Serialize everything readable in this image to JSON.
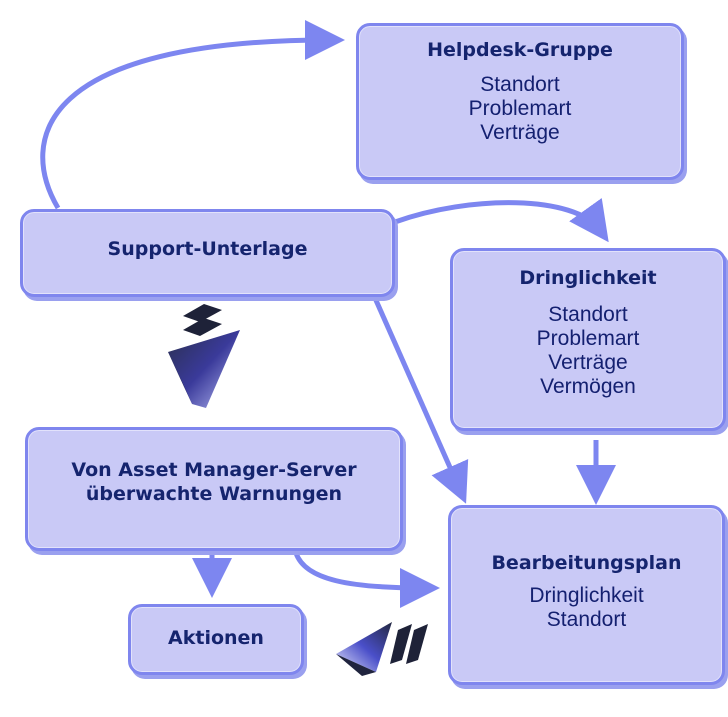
{
  "boxes": {
    "helpdesk": {
      "title": "Helpdesk-Gruppe",
      "lines": [
        "Standort",
        "Problemart",
        "Verträge"
      ]
    },
    "support": {
      "title": "Support-Unterlage"
    },
    "dringlichkeit": {
      "title": "Dringlichkeit",
      "lines": [
        "Standort",
        "Problemart",
        "Verträge",
        "Vermögen"
      ]
    },
    "warnungen": {
      "title_line1": "Von Asset Manager-Server",
      "title_line2": "überwachte Warnungen"
    },
    "aktionen": {
      "title": "Aktionen"
    },
    "bearbeitungsplan": {
      "title": "Bearbeitungsplan",
      "lines": [
        "Dringlichkeit",
        "Standort"
      ]
    }
  },
  "colors": {
    "box_fill": "#c9c9f6",
    "box_border": "#7f86ee",
    "arrow": "#7d86f0",
    "text": "#15246e"
  }
}
